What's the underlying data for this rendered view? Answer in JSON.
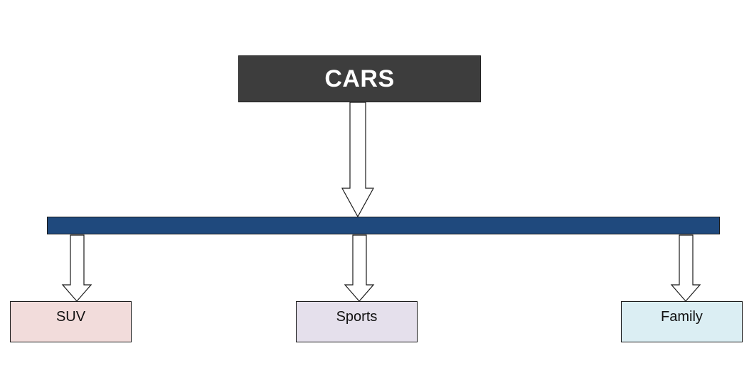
{
  "diagram": {
    "root": {
      "label": "CARS",
      "color": "#3d3d3d"
    },
    "bar_color": "#1f497d",
    "arrow_fill": "#ffffff",
    "arrow_stroke": "#1a1a1a",
    "children": [
      {
        "label": "SUV",
        "color": "#f2dcdb"
      },
      {
        "label": "Sports",
        "color": "#e5e0ec"
      },
      {
        "label": "Family",
        "color": "#dbeef3"
      }
    ]
  }
}
